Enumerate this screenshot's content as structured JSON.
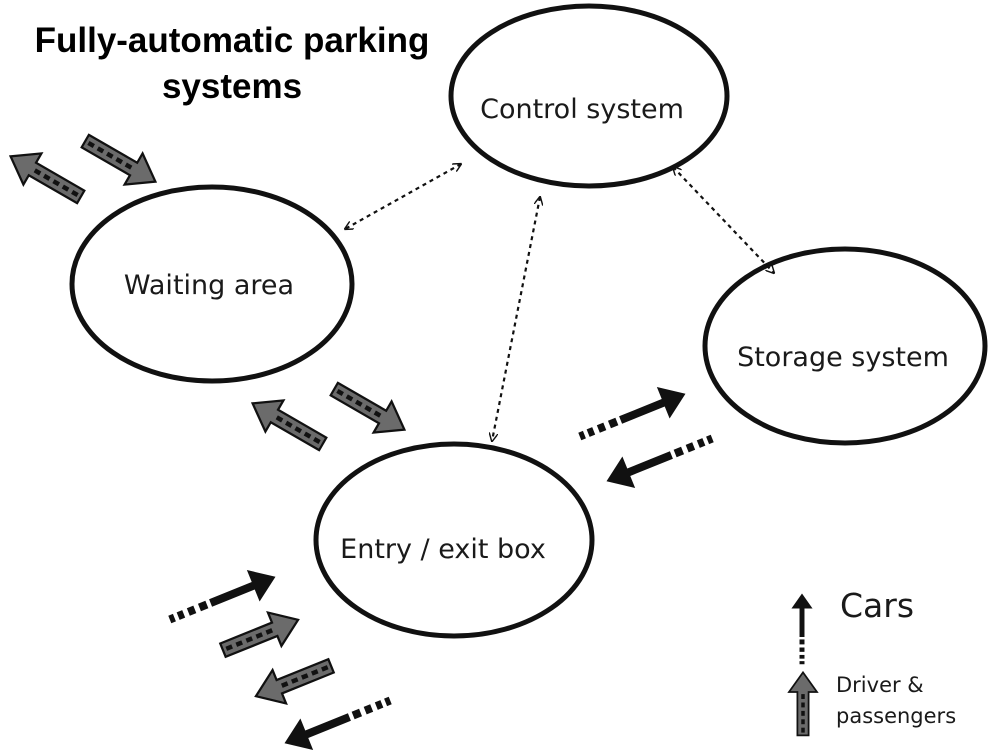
{
  "title": {
    "line1": "Fully-automatic parking",
    "line2": "systems"
  },
  "nodes": {
    "control": "Control system",
    "waiting": "Waiting area",
    "storage": "Storage system",
    "entry": "Entry / exit box"
  },
  "legend": {
    "cars": "Cars",
    "people_line1": "Driver &",
    "people_line2": "passengers"
  },
  "colors": {
    "car_arrow": "#111111",
    "people_arrow": "#6b6b6b",
    "outline": "#111111"
  }
}
